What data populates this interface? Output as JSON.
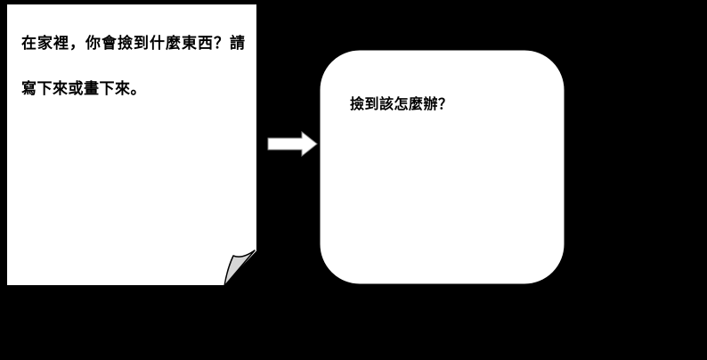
{
  "canvas": {
    "background_color": "#000000"
  },
  "left_page": {
    "shape": "folded-corner-page",
    "fill_color": "#ffffff",
    "border_color": "#000000",
    "fold_fill_color": "#d6d6d6",
    "text_line1": "在家裡，你會撿到什麼東西？請",
    "text_line2": "寫下來或畫下來。"
  },
  "arrow": {
    "direction": "right",
    "fill_color": "#ffffff"
  },
  "question_box": {
    "shape": "rounded-rectangle",
    "fill_color": "#ffffff",
    "text": "撿到該怎麼辦？"
  }
}
